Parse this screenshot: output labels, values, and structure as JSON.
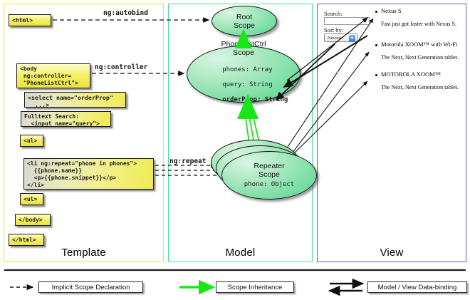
{
  "columns": {
    "template": {
      "label": "Template",
      "border_color": "#f2e600"
    },
    "model": {
      "label": "Model",
      "border_color": "#44e3a0"
    },
    "view": {
      "label": "View",
      "border_color": "#6a55e8"
    }
  },
  "template_boxes": [
    {
      "id": "html-open",
      "text": "<html>"
    },
    {
      "id": "body-open",
      "text": "<body\n ng:controller=\n \"PhoneListCtrl\">"
    },
    {
      "id": "select-tag",
      "text": "<select name=\"orderProp\"\n  ...>"
    },
    {
      "id": "fulltext",
      "text": "Fulltext Search:\n  <input name=\"query\">"
    },
    {
      "id": "ul-open",
      "text": "<ul>"
    },
    {
      "id": "li-repeat",
      "text": "<li ng:repeat=\"phone in phones\">\n  {{phone.name}}\n  <p>{{phone.snippet}}</p>\n</li>"
    },
    {
      "id": "ul-close",
      "text": "<ul>"
    },
    {
      "id": "body-close",
      "text": "</body>"
    },
    {
      "id": "html-close",
      "text": "</html>"
    }
  ],
  "connector_labels": {
    "autobind": "ng:autobind",
    "controller": "ng:controller",
    "repeat": "ng:repeat"
  },
  "scopes": [
    {
      "id": "root-scope",
      "title_line1": "Root",
      "title_line2": "Scope",
      "props": []
    },
    {
      "id": "phonelistctrl-scope",
      "title_line1": "PhoneListCtrl",
      "title_line2": "Scope",
      "props": [
        {
          "text": "phones: Array",
          "bold": false
        },
        {
          "text": "query: String",
          "bold": false
        },
        {
          "text": "orderProp: String",
          "bold": true
        }
      ]
    },
    {
      "id": "repeater-scope",
      "title_line1": "Repeater",
      "title_line2": "Scope",
      "props": [
        {
          "text": "phone: Object",
          "bold": false
        }
      ]
    }
  ],
  "view": {
    "search_label": "Search:",
    "search_value": "",
    "sort_label": "Sort by:",
    "sort_selected": "Newest",
    "phones": [
      {
        "name": "Nexus S",
        "snippet": "Fast just got faster with Nexus S."
      },
      {
        "name": "Motorola XOOM™ with Wi-Fi",
        "snippet": "The Next, Next Generation tablet."
      },
      {
        "name": "MOTOROLA XOOM™",
        "snippet": "The Next, Next Generation tablet."
      }
    ]
  },
  "legend": [
    {
      "id": "implicit-scope-declaration",
      "label": "Implicit Scope Declaration",
      "style": "dashed-black"
    },
    {
      "id": "scope-inheritance",
      "label": "Scope Inheritance",
      "style": "solid-green",
      "color": "#19e619"
    },
    {
      "id": "model-view-data-binding",
      "label": "Model / View Data-binding",
      "style": "double-black"
    }
  ]
}
